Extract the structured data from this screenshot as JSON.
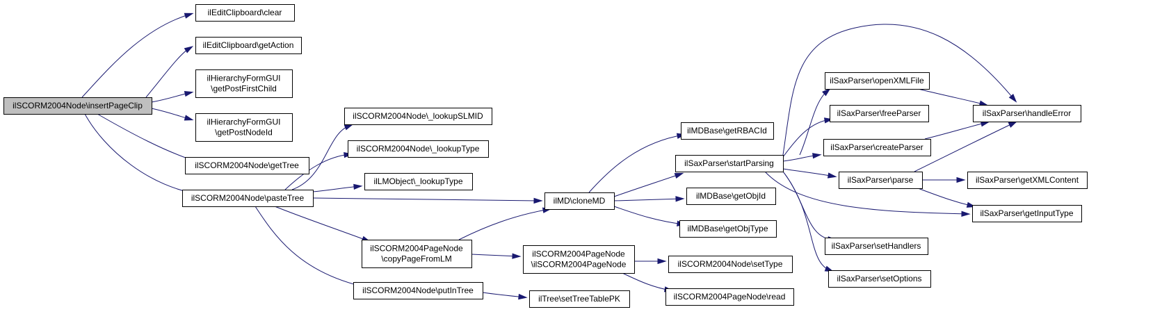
{
  "colors": {
    "edge": "#191970",
    "node_border": "#000000",
    "node_fill": "#ffffff",
    "root_fill": "#bfbfbf"
  },
  "nodes": [
    {
      "id": "n0",
      "lines": [
        "ilSCORM2004Node\\insertPageClip"
      ],
      "root": true
    },
    {
      "id": "n1",
      "lines": [
        "ilEditClipboard\\clear"
      ]
    },
    {
      "id": "n2",
      "lines": [
        "ilEditClipboard\\getAction"
      ]
    },
    {
      "id": "n3",
      "lines": [
        "ilHierarchyFormGUI",
        "\\getPostFirstChild"
      ]
    },
    {
      "id": "n4",
      "lines": [
        "ilHierarchyFormGUI",
        "\\getPostNodeId"
      ]
    },
    {
      "id": "n5",
      "lines": [
        "ilSCORM2004Node\\getTree"
      ]
    },
    {
      "id": "n6",
      "lines": [
        "ilSCORM2004Node\\pasteTree"
      ]
    },
    {
      "id": "n7",
      "lines": [
        "ilSCORM2004Node\\_lookupSLMID"
      ]
    },
    {
      "id": "n8",
      "lines": [
        "ilSCORM2004Node\\_lookupType"
      ]
    },
    {
      "id": "n9",
      "lines": [
        "ilLMObject\\_lookupType"
      ]
    },
    {
      "id": "n10",
      "lines": [
        "ilMD\\cloneMD"
      ]
    },
    {
      "id": "n11",
      "lines": [
        "ilSCORM2004PageNode",
        "\\copyPageFromLM"
      ]
    },
    {
      "id": "n12",
      "lines": [
        "ilSCORM2004Node\\putInTree"
      ]
    },
    {
      "id": "n13",
      "lines": [
        "ilMDBase\\getRBACId"
      ]
    },
    {
      "id": "n14",
      "lines": [
        "ilSaxParser\\startParsing"
      ]
    },
    {
      "id": "n15",
      "lines": [
        "ilMDBase\\getObjId"
      ]
    },
    {
      "id": "n16",
      "lines": [
        "ilMDBase\\getObjType"
      ]
    },
    {
      "id": "n17",
      "lines": [
        "ilSCORM2004PageNode",
        "\\ilSCORM2004PageNode"
      ]
    },
    {
      "id": "n18",
      "lines": [
        "ilTree\\setTreeTablePK"
      ]
    },
    {
      "id": "n19",
      "lines": [
        "ilSCORM2004Node\\setType"
      ]
    },
    {
      "id": "n20",
      "lines": [
        "ilSCORM2004PageNode\\read"
      ]
    },
    {
      "id": "n21",
      "lines": [
        "ilSaxParser\\openXMLFile"
      ]
    },
    {
      "id": "n22",
      "lines": [
        "ilSaxParser\\freeParser"
      ]
    },
    {
      "id": "n23",
      "lines": [
        "ilSaxParser\\createParser"
      ]
    },
    {
      "id": "n24",
      "lines": [
        "ilSaxParser\\parse"
      ]
    },
    {
      "id": "n25",
      "lines": [
        "ilSaxParser\\setHandlers"
      ]
    },
    {
      "id": "n26",
      "lines": [
        "ilSaxParser\\setOptions"
      ]
    },
    {
      "id": "n27",
      "lines": [
        "ilSaxParser\\handleError"
      ]
    },
    {
      "id": "n28",
      "lines": [
        "ilSaxParser\\getXMLContent"
      ]
    },
    {
      "id": "n29",
      "lines": [
        "ilSaxParser\\getInputType"
      ]
    }
  ],
  "edges": [
    {
      "from": "n0",
      "to": "n1"
    },
    {
      "from": "n0",
      "to": "n2"
    },
    {
      "from": "n0",
      "to": "n3"
    },
    {
      "from": "n0",
      "to": "n4"
    },
    {
      "from": "n0",
      "to": "n5"
    },
    {
      "from": "n0",
      "to": "n6"
    },
    {
      "from": "n6",
      "to": "n7"
    },
    {
      "from": "n6",
      "to": "n8"
    },
    {
      "from": "n6",
      "to": "n9"
    },
    {
      "from": "n6",
      "to": "n10"
    },
    {
      "from": "n6",
      "to": "n11"
    },
    {
      "from": "n6",
      "to": "n12"
    },
    {
      "from": "n10",
      "to": "n13"
    },
    {
      "from": "n10",
      "to": "n14"
    },
    {
      "from": "n10",
      "to": "n15"
    },
    {
      "from": "n10",
      "to": "n16"
    },
    {
      "from": "n11",
      "to": "n10"
    },
    {
      "from": "n11",
      "to": "n17"
    },
    {
      "from": "n12",
      "to": "n18"
    },
    {
      "from": "n17",
      "to": "n19"
    },
    {
      "from": "n17",
      "to": "n20"
    },
    {
      "from": "n14",
      "to": "n21"
    },
    {
      "from": "n14",
      "to": "n22"
    },
    {
      "from": "n14",
      "to": "n23"
    },
    {
      "from": "n14",
      "to": "n24"
    },
    {
      "from": "n14",
      "to": "n25"
    },
    {
      "from": "n14",
      "to": "n26"
    },
    {
      "from": "n14",
      "to": "n27"
    },
    {
      "from": "n14",
      "to": "n29"
    },
    {
      "from": "n21",
      "to": "n27"
    },
    {
      "from": "n23",
      "to": "n27"
    },
    {
      "from": "n24",
      "to": "n27"
    },
    {
      "from": "n24",
      "to": "n28"
    },
    {
      "from": "n24",
      "to": "n29"
    }
  ]
}
